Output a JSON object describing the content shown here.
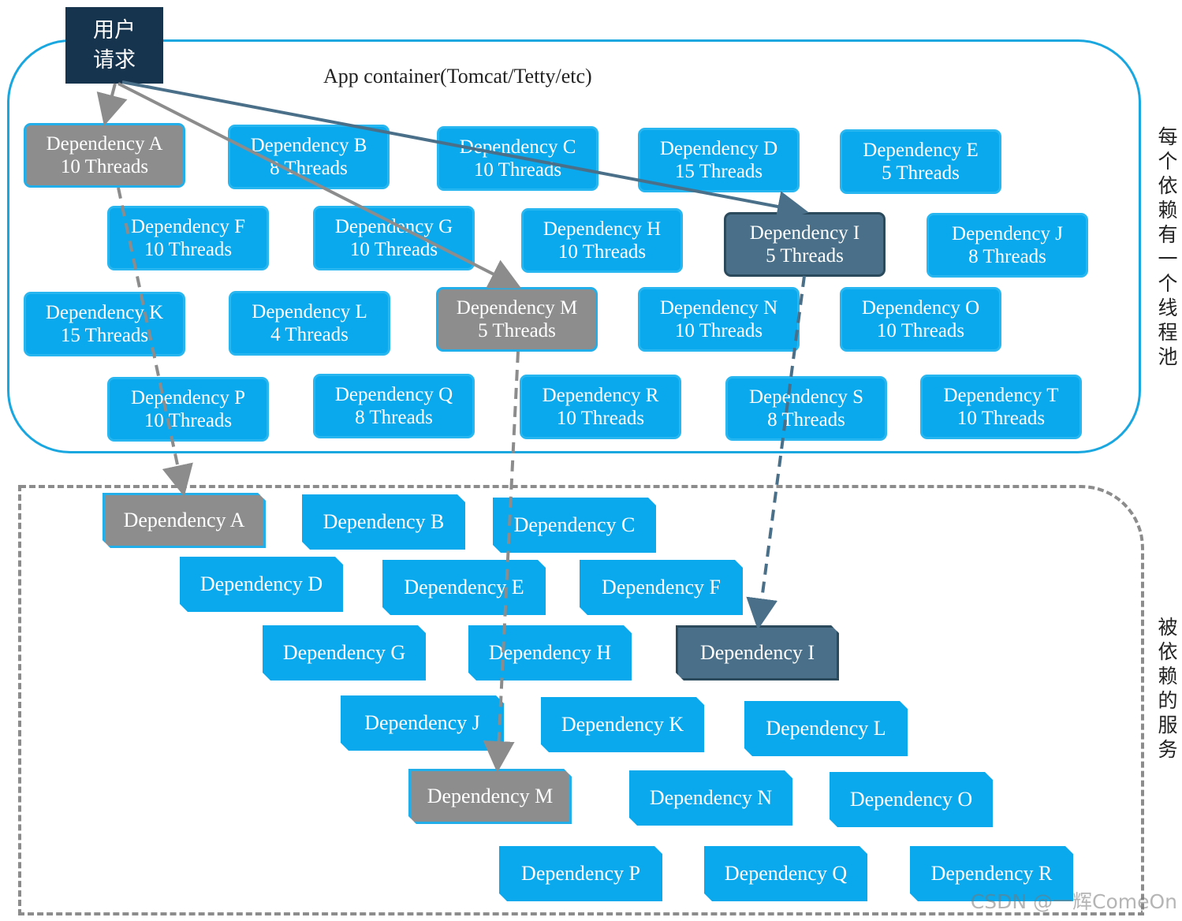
{
  "user_request": {
    "line1": "用户",
    "line2": "请求"
  },
  "container_title": "App container(Tomcat/Tetty/etc)",
  "side_labels": {
    "top": "每个依赖有一个线程池",
    "bottom": "被依赖的服务"
  },
  "pools": [
    {
      "name": "Dependency A",
      "threads": "10 Threads",
      "style": "gray"
    },
    {
      "name": "Dependency B",
      "threads": "8 Threads",
      "style": "blue"
    },
    {
      "name": "Dependency C",
      "threads": "10 Threads",
      "style": "blue"
    },
    {
      "name": "Dependency D",
      "threads": "15 Threads",
      "style": "blue"
    },
    {
      "name": "Dependency E",
      "threads": "5 Threads",
      "style": "blue"
    },
    {
      "name": "Dependency F",
      "threads": "10 Threads",
      "style": "blue"
    },
    {
      "name": "Dependency G",
      "threads": "10 Threads",
      "style": "blue"
    },
    {
      "name": "Dependency H",
      "threads": "10 Threads",
      "style": "blue"
    },
    {
      "name": "Dependency I",
      "threads": "5 Threads",
      "style": "slate"
    },
    {
      "name": "Dependency J",
      "threads": "8 Threads",
      "style": "blue"
    },
    {
      "name": "Dependency K",
      "threads": "15 Threads",
      "style": "blue"
    },
    {
      "name": "Dependency L",
      "threads": "4 Threads",
      "style": "blue"
    },
    {
      "name": "Dependency M",
      "threads": "5 Threads",
      "style": "gray"
    },
    {
      "name": "Dependency N",
      "threads": "10 Threads",
      "style": "blue"
    },
    {
      "name": "Dependency O",
      "threads": "10 Threads",
      "style": "blue"
    },
    {
      "name": "Dependency P",
      "threads": "10 Threads",
      "style": "blue"
    },
    {
      "name": "Dependency Q",
      "threads": "8 Threads",
      "style": "blue"
    },
    {
      "name": "Dependency R",
      "threads": "10 Threads",
      "style": "blue"
    },
    {
      "name": "Dependency S",
      "threads": "8 Threads",
      "style": "blue"
    },
    {
      "name": "Dependency T",
      "threads": "10 Threads",
      "style": "blue"
    }
  ],
  "services": [
    {
      "name": "Dependency A",
      "style": "gray"
    },
    {
      "name": "Dependency B",
      "style": "blue"
    },
    {
      "name": "Dependency C",
      "style": "blue"
    },
    {
      "name": "Dependency D",
      "style": "blue"
    },
    {
      "name": "Dependency E",
      "style": "blue"
    },
    {
      "name": "Dependency F",
      "style": "blue"
    },
    {
      "name": "Dependency G",
      "style": "blue"
    },
    {
      "name": "Dependency H",
      "style": "blue"
    },
    {
      "name": "Dependency I",
      "style": "slate"
    },
    {
      "name": "Dependency J",
      "style": "blue"
    },
    {
      "name": "Dependency K",
      "style": "blue"
    },
    {
      "name": "Dependency L",
      "style": "blue"
    },
    {
      "name": "Dependency M",
      "style": "gray"
    },
    {
      "name": "Dependency N",
      "style": "blue"
    },
    {
      "name": "Dependency O",
      "style": "blue"
    },
    {
      "name": "Dependency P",
      "style": "blue"
    },
    {
      "name": "Dependency Q",
      "style": "blue"
    },
    {
      "name": "Dependency R",
      "style": "blue"
    }
  ],
  "watermark": "CSDN @一辉ComeOn",
  "colors": {
    "blue": "#0aa8ec",
    "gray": "#8d8d8d",
    "slate": "#4a7089",
    "navy": "#17344e"
  }
}
